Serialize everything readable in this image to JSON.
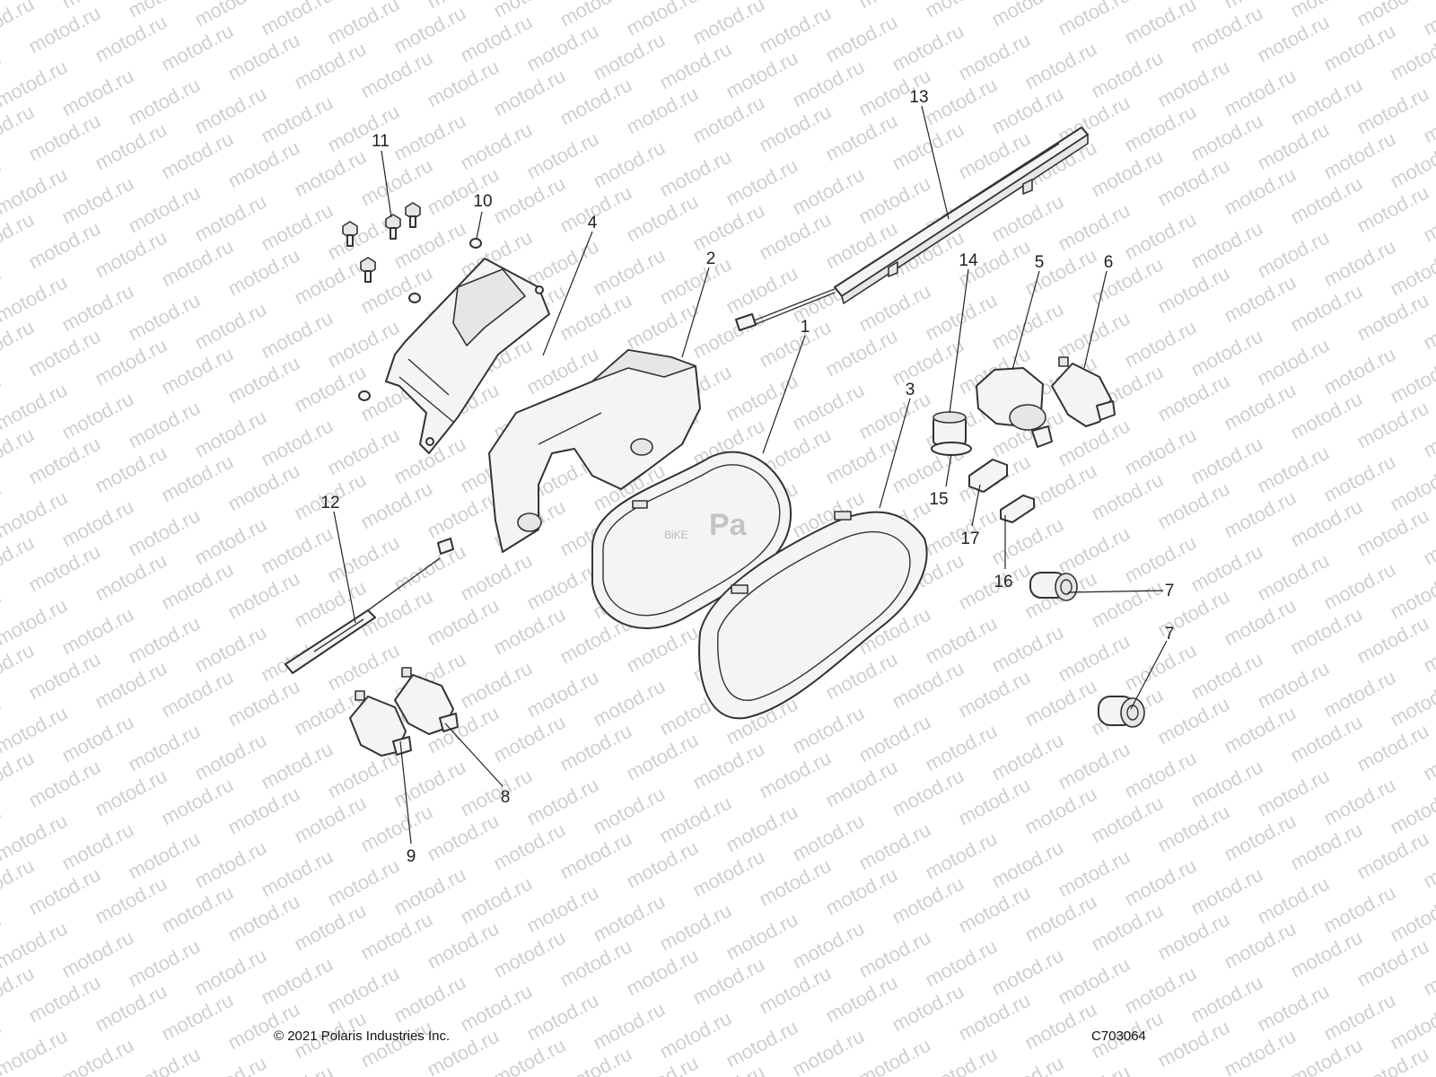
{
  "watermark": {
    "text": "motod.ru",
    "color": "#cfcfcf",
    "rotation_deg": -28
  },
  "logo": {
    "text": "Pa",
    "subtext": "BiKE"
  },
  "callouts": [
    {
      "id": "1",
      "label": "1"
    },
    {
      "id": "2",
      "label": "2"
    },
    {
      "id": "3",
      "label": "3"
    },
    {
      "id": "4",
      "label": "4"
    },
    {
      "id": "5",
      "label": "5"
    },
    {
      "id": "6",
      "label": "6"
    },
    {
      "id": "7a",
      "label": "7"
    },
    {
      "id": "7b",
      "label": "7"
    },
    {
      "id": "8",
      "label": "8"
    },
    {
      "id": "9",
      "label": "9"
    },
    {
      "id": "10",
      "label": "10"
    },
    {
      "id": "11",
      "label": "11"
    },
    {
      "id": "12",
      "label": "12"
    },
    {
      "id": "13",
      "label": "13"
    },
    {
      "id": "14",
      "label": "14"
    },
    {
      "id": "15",
      "label": "15"
    },
    {
      "id": "16",
      "label": "16"
    },
    {
      "id": "17",
      "label": "17"
    }
  ],
  "footer": {
    "copyright": "© 2021 Polaris Industries Inc.",
    "drawing_number": "C703064"
  }
}
